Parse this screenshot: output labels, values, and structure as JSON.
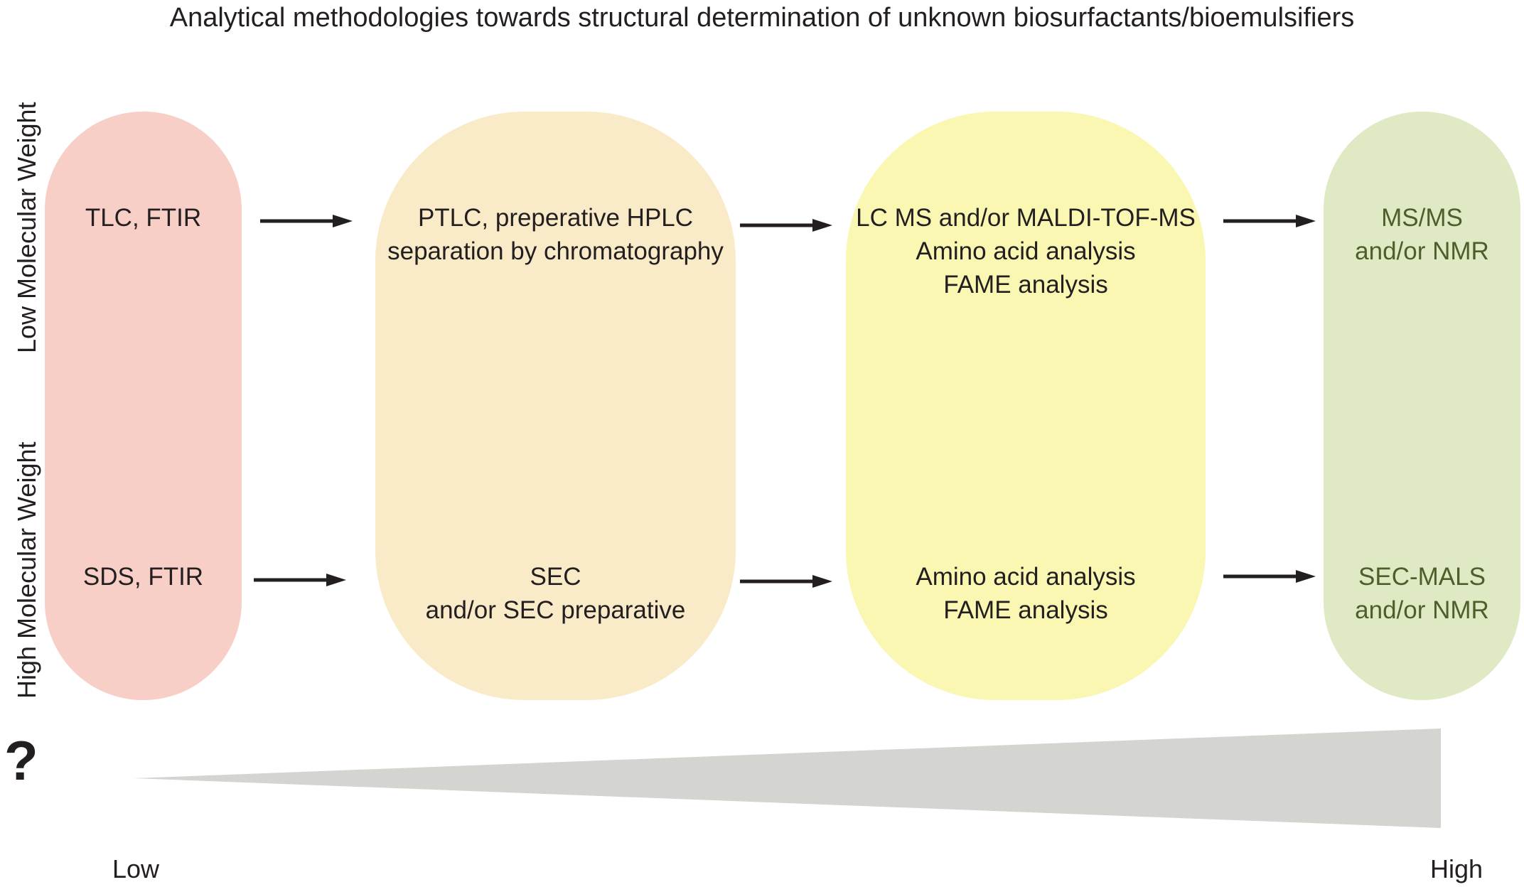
{
  "title": "Analytical methodologies towards structural determination of unknown biosurfactants/bioemulsifiers",
  "row_labels": {
    "low": "Low Molecular Weight",
    "high": "High Molecular Weight"
  },
  "colors": {
    "stage1": "#f8cfc6",
    "stage2": "#f9ebc7",
    "stage3": "#f9f7b2",
    "stage4": "#dfeac4",
    "stage4_text": "#4d5e2b",
    "arrow": "#231f20",
    "wedge": "#d4d4d0"
  },
  "stages": [
    {
      "low": [
        "TLC, FTIR"
      ],
      "high": [
        "SDS, FTIR"
      ]
    },
    {
      "low": [
        "PTLC, preperative HPLC",
        "separation by chromatography"
      ],
      "high": [
        "SEC",
        "and/or SEC preparative"
      ]
    },
    {
      "low": [
        "LC MS and/or MALDI-TOF-MS",
        "Amino acid analysis",
        "FAME analysis"
      ],
      "high": [
        "Amino acid analysis",
        "FAME analysis"
      ]
    },
    {
      "low": [
        "MS/MS",
        "and/or NMR"
      ],
      "high": [
        "SEC-MALS",
        "and/or NMR"
      ]
    }
  ],
  "question_mark": "?",
  "scale": {
    "low": "Low",
    "high": "High"
  }
}
